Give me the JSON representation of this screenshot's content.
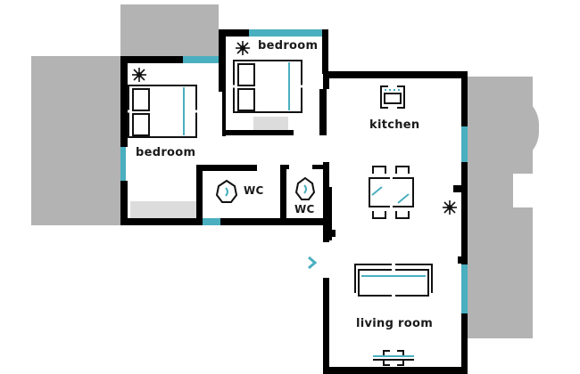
{
  "colors": {
    "wall": "#000000",
    "window": "#4aafbf",
    "exterior": "#b3b3b3",
    "storage": "#dcdcdc",
    "floor": "#ffffff"
  },
  "rooms": [
    {
      "id": "bedroom-1",
      "label": "bedroom",
      "features": [
        "double-bed",
        "air-conditioning"
      ]
    },
    {
      "id": "bedroom-2",
      "label": "bedroom",
      "features": [
        "double-bed",
        "air-conditioning"
      ]
    },
    {
      "id": "kitchen",
      "label": "kitchen",
      "features": [
        "oven",
        "dining-table-4-chairs",
        "air-conditioning"
      ]
    },
    {
      "id": "wc-1",
      "label": "WC",
      "features": [
        "toilet"
      ]
    },
    {
      "id": "wc-2",
      "label": "WC",
      "features": [
        "toilet"
      ]
    },
    {
      "id": "living-room",
      "label": "living room",
      "features": [
        "sofa",
        "tv"
      ]
    }
  ],
  "entrance": {
    "icon": "entrance-arrow-icon"
  }
}
